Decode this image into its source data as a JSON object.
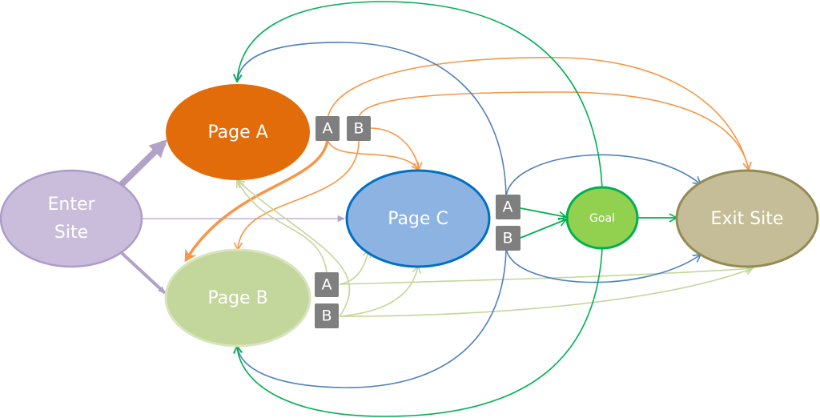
{
  "diagram": {
    "type": "website user flow / A-B test diagram",
    "colors": {
      "enter": "#c9bddb",
      "enter_stroke": "#ad9bcb",
      "page_a": "#e36c0a",
      "page_b": "#c3d69b",
      "page_b_stroke": "#d7e4bc",
      "page_c": "#8db3e2",
      "page_c_stroke": "#0070c0",
      "goal": "#92d050",
      "goal_stroke": "#00b050",
      "exit": "#c4bd97",
      "exit_stroke": "#948a54",
      "variant_box": "#7f7f7f",
      "edge_orange": "#f79646",
      "edge_blue": "#4f81bd",
      "edge_green": "#00b050",
      "edge_lightgreen": "#c3d69b",
      "edge_purple": "#b3a2c7"
    },
    "nodes": {
      "enter": {
        "label_line1": "Enter",
        "label_line2": "Site"
      },
      "page_a": {
        "label": "Page A"
      },
      "page_b": {
        "label": "Page B"
      },
      "page_c": {
        "label": "Page C"
      },
      "goal": {
        "label": "Goal"
      },
      "exit": {
        "label": "Exit Site"
      }
    },
    "variants": {
      "page_a_a": "A",
      "page_a_b": "B",
      "page_b_a": "A",
      "page_b_b": "B",
      "page_c_a": "A",
      "page_c_b": "B"
    },
    "edges": [
      {
        "from": "Enter Site",
        "to": "Page A",
        "color": "purple",
        "weight": "thick"
      },
      {
        "from": "Enter Site",
        "to": "Page B",
        "color": "purple",
        "weight": "medium"
      },
      {
        "from": "Enter Site",
        "to": "Page C",
        "color": "purple",
        "weight": "thin"
      },
      {
        "from": "Page A / A",
        "to": "Page B",
        "color": "orange",
        "weight": "thick"
      },
      {
        "from": "Page A / A",
        "to": "Page C",
        "color": "orange"
      },
      {
        "from": "Page A / A",
        "to": "Exit Site",
        "color": "orange"
      },
      {
        "from": "Page A / B",
        "to": "Page C",
        "color": "orange"
      },
      {
        "from": "Page A / B",
        "to": "Page B",
        "color": "orange"
      },
      {
        "from": "Page A / B",
        "to": "Exit Site",
        "color": "orange"
      },
      {
        "from": "Page B / A",
        "to": "Page A",
        "color": "lightgreen"
      },
      {
        "from": "Page B / A",
        "to": "Page C",
        "color": "lightgreen"
      },
      {
        "from": "Page B / A",
        "to": "Exit Site",
        "color": "lightgreen"
      },
      {
        "from": "Page B / B",
        "to": "Page A",
        "color": "lightgreen"
      },
      {
        "from": "Page B / B",
        "to": "Page C",
        "color": "lightgreen"
      },
      {
        "from": "Page B / B",
        "to": "Exit Site",
        "color": "lightgreen"
      },
      {
        "from": "Page C / A",
        "to": "Page A",
        "color": "blue"
      },
      {
        "from": "Page C / A",
        "to": "Goal",
        "color": "green"
      },
      {
        "from": "Page C / A",
        "to": "Exit Site",
        "color": "blue"
      },
      {
        "from": "Page C / B",
        "to": "Page B",
        "color": "blue"
      },
      {
        "from": "Page C / B",
        "to": "Goal",
        "color": "green"
      },
      {
        "from": "Page C / B",
        "to": "Exit Site",
        "color": "blue"
      },
      {
        "from": "Goal",
        "to": "Exit Site",
        "color": "green"
      },
      {
        "from": "Goal",
        "to": "Page A",
        "color": "green"
      },
      {
        "from": "Goal",
        "to": "Page B",
        "color": "green"
      }
    ]
  }
}
